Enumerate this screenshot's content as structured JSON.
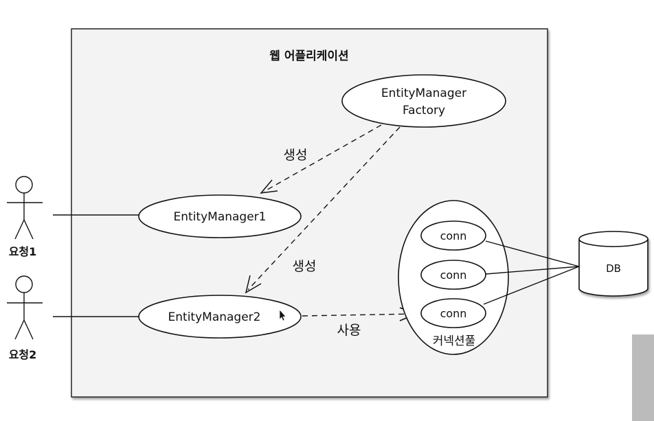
{
  "app": {
    "title": "웹 어플리케이션"
  },
  "factory": {
    "line1": "EntityManager",
    "line2": "Factory"
  },
  "em1": {
    "label": "EntityManager1"
  },
  "em2": {
    "label": "EntityManager2"
  },
  "edges": {
    "create1": "생성",
    "create2": "생성",
    "use": "사용"
  },
  "pool": {
    "label": "커넥션풀",
    "conns": [
      "conn",
      "conn",
      "conn"
    ]
  },
  "db": {
    "label": "DB"
  },
  "actors": [
    {
      "label": "요청1"
    },
    {
      "label": "요청2"
    }
  ]
}
